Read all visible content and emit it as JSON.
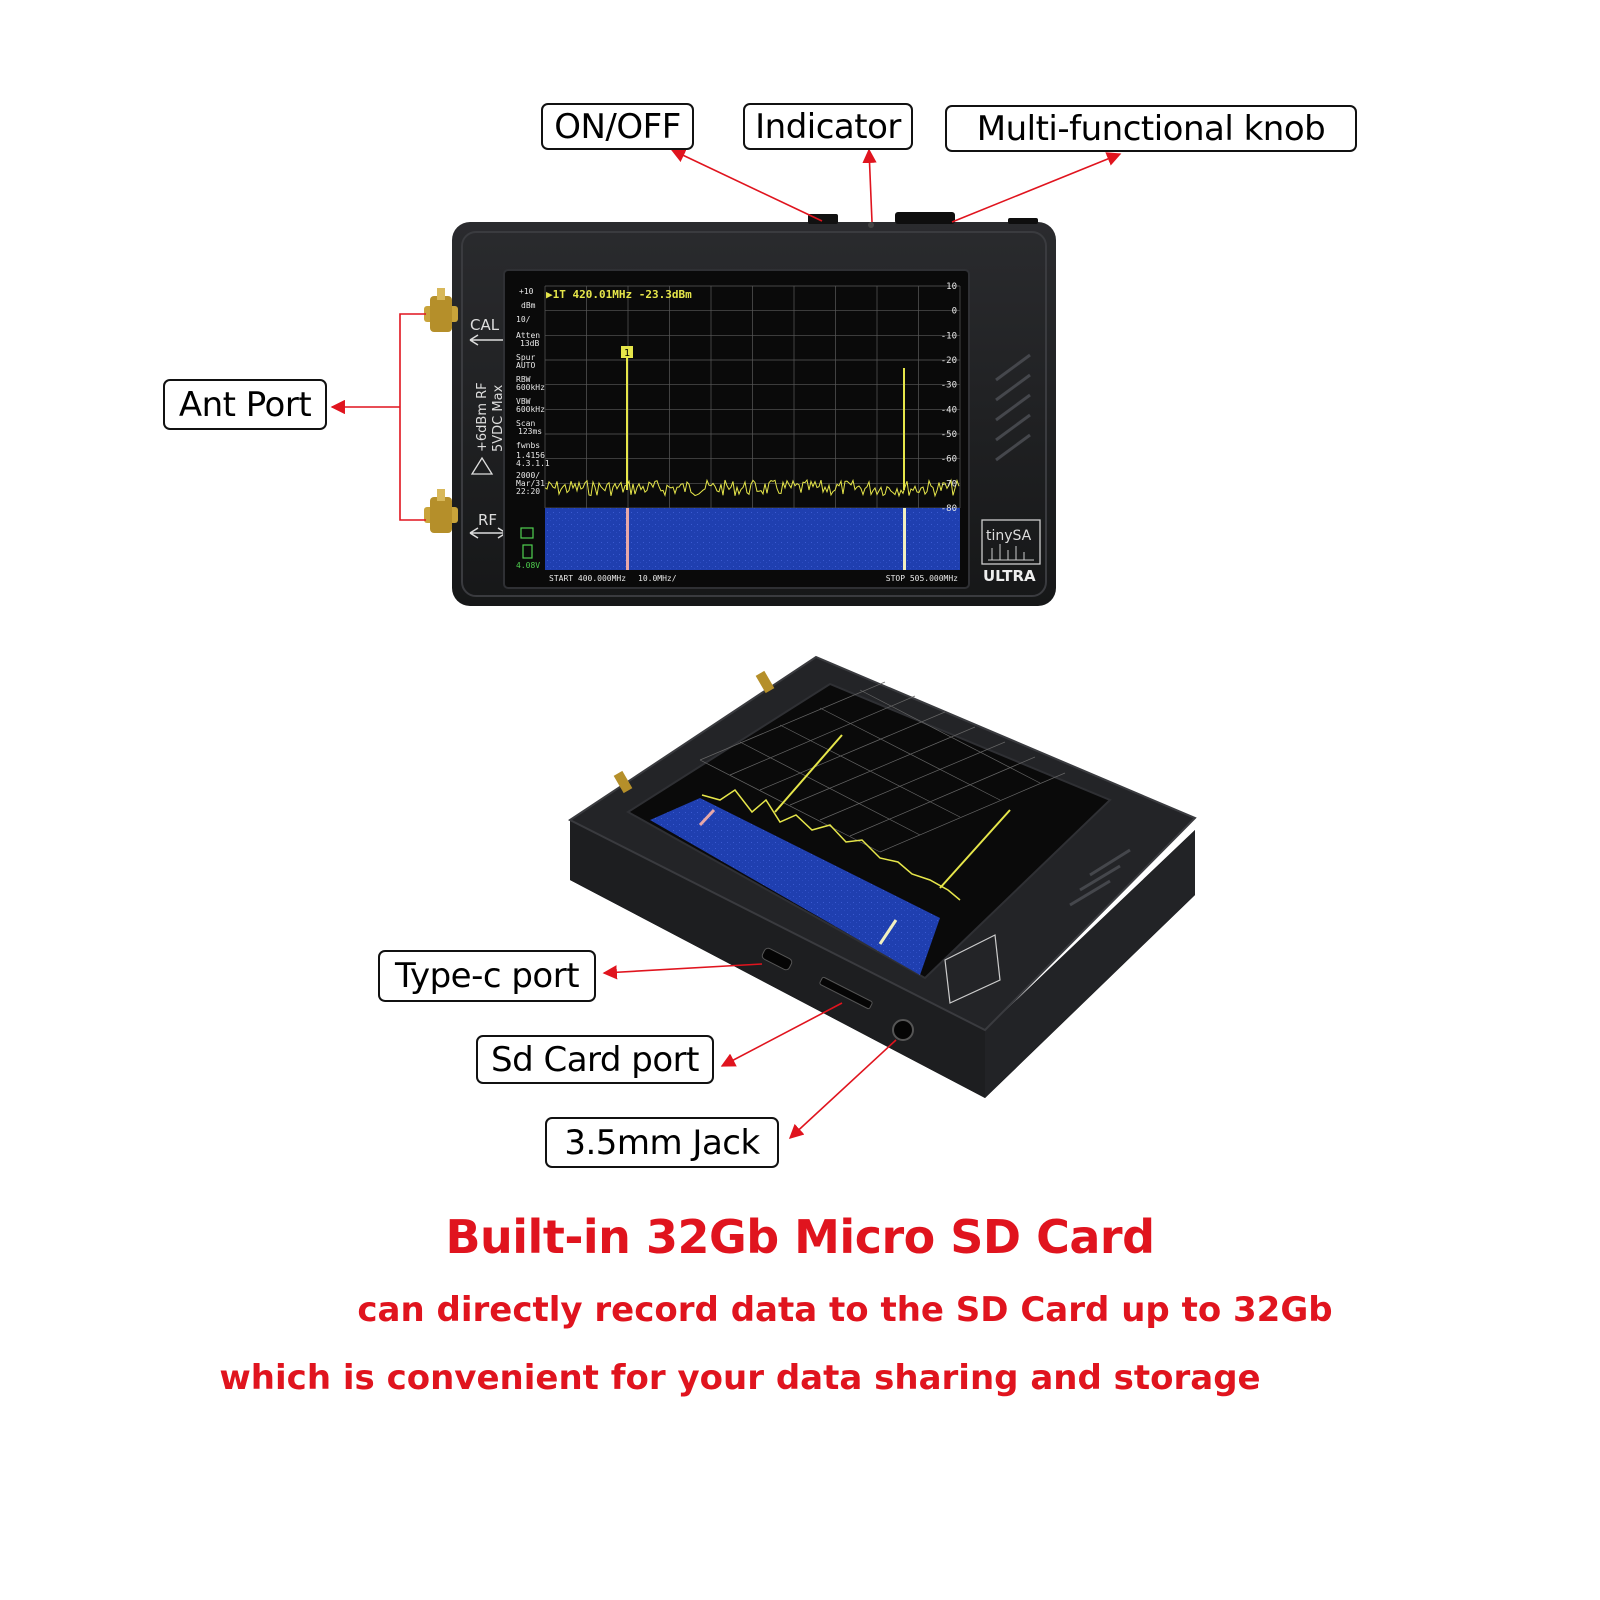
{
  "callouts": {
    "on_off": "ON/OFF",
    "indicator": "Indicator",
    "knob": "Multi-functional knob",
    "ant_port": "Ant Port",
    "type_c": "Type-c port",
    "sd_card": "Sd Card port",
    "jack": "3.5mm Jack"
  },
  "device": {
    "port_cal": "CAL",
    "port_rf": "RF",
    "rating_line1": "+6dBm RF",
    "rating_line2": "5VDC Max",
    "brand": "tinySA",
    "model": "ULTRA"
  },
  "screen": {
    "marker_readout": "▶1T  420.01MHz -23.3dBm",
    "marker_flag": "1",
    "ref_level": "+10",
    "ref_unit": "dBm",
    "scale": "10/",
    "atten_label": "Atten",
    "atten_value": "13dB",
    "spur_label": "Spur",
    "spur_value": "AUTO",
    "rbw_label": "RBW",
    "rbw_value": "600kHz",
    "vbw_label": "VBW",
    "vbw_value": "600kHz",
    "scan_label": "Scan",
    "scan_value": "123ms",
    "fw_label": "fwnbs",
    "fw_value1": "1.4156",
    "fw_value2": "4.3.1.1",
    "date1": "2000/",
    "date2": "Mar/31",
    "time": "22:20",
    "battery": "4.08V",
    "start": "START 400.000MHz",
    "span_per_div": "10.0MHz/",
    "stop": "STOP 505.000MHz",
    "y_ticks": [
      "10",
      "0",
      "-10",
      "-20",
      "-30",
      "-40",
      "-50",
      "-60",
      "-70",
      "-80"
    ]
  },
  "captions": {
    "title": "Built-in 32Gb Micro SD Card",
    "line1": "can directly record data to the SD Card up to 32Gb",
    "line2": "which is convenient for your data sharing and storage"
  },
  "colors": {
    "arrow": "#e0141e",
    "trace": "#e6e64a",
    "waterfall": "#1f3fb0",
    "body": "#1e1f21"
  }
}
